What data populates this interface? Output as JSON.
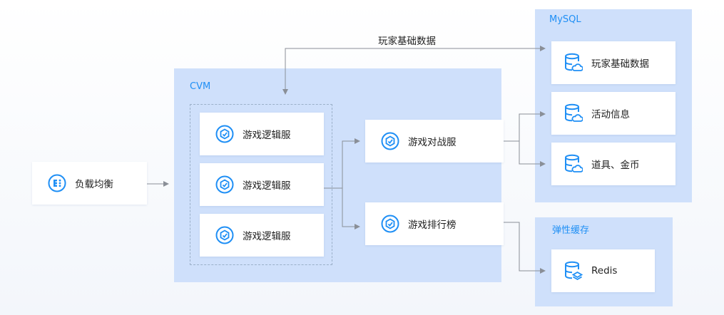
{
  "colors": {
    "accent": "#1f8ff5",
    "group_bg": "#cfe0fb",
    "line": "#8a8f97"
  },
  "flow": {
    "player_data_label": "玩家基础数据"
  },
  "load_balancer": {
    "label": "负载均衡",
    "icon": "load-balancer-icon"
  },
  "cvm": {
    "title": "CVM",
    "logic_servers": [
      {
        "label": "游戏逻辑服",
        "icon": "game-server-icon"
      },
      {
        "label": "游戏逻辑服",
        "icon": "game-server-icon"
      },
      {
        "label": "游戏逻辑服",
        "icon": "game-server-icon"
      }
    ],
    "battle_server": {
      "label": "游戏对战服",
      "icon": "game-server-icon"
    },
    "leaderboard": {
      "label": "游戏排行榜",
      "icon": "game-server-icon"
    }
  },
  "mysql": {
    "title": "MySQL",
    "items": [
      {
        "label": "玩家基础数据",
        "icon": "database-cloud-icon"
      },
      {
        "label": "活动信息",
        "icon": "database-cloud-icon"
      },
      {
        "label": "道具、金币",
        "icon": "database-cloud-icon"
      }
    ]
  },
  "cache": {
    "title": "弹性缓存",
    "items": [
      {
        "label": "Redis",
        "icon": "database-cache-icon"
      }
    ]
  }
}
